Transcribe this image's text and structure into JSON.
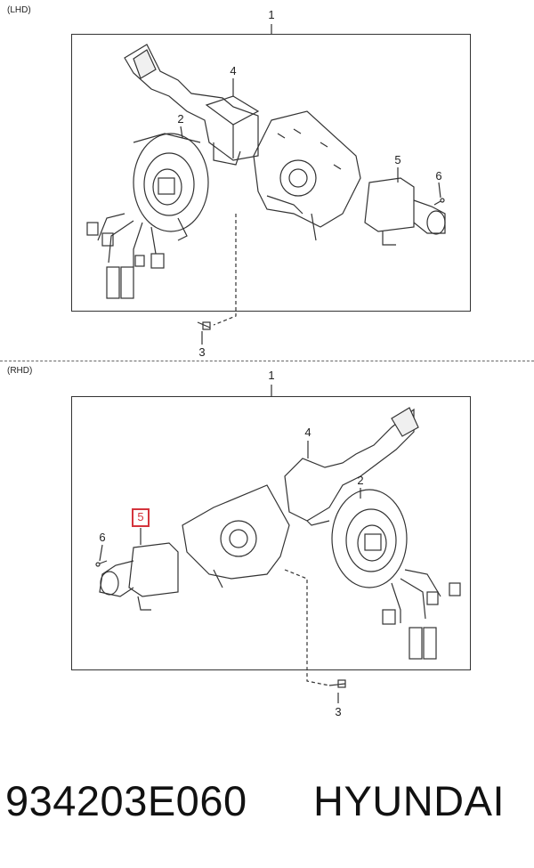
{
  "sections": {
    "lhd": {
      "tag": "(LHD)",
      "callouts": {
        "c1": "1",
        "c2": "2",
        "c3": "3",
        "c4": "4",
        "c5": "5",
        "c6": "6"
      }
    },
    "rhd": {
      "tag": "(RHD)",
      "callouts": {
        "c1": "1",
        "c2": "2",
        "c3": "3",
        "c4": "4",
        "c5": "5",
        "c6": "6"
      },
      "highlighted_callout": "5"
    }
  },
  "footer": {
    "part_number": "934203E060",
    "brand": "HYUNDAI"
  },
  "colors": {
    "highlight": "#d4343c",
    "line": "#333333"
  }
}
